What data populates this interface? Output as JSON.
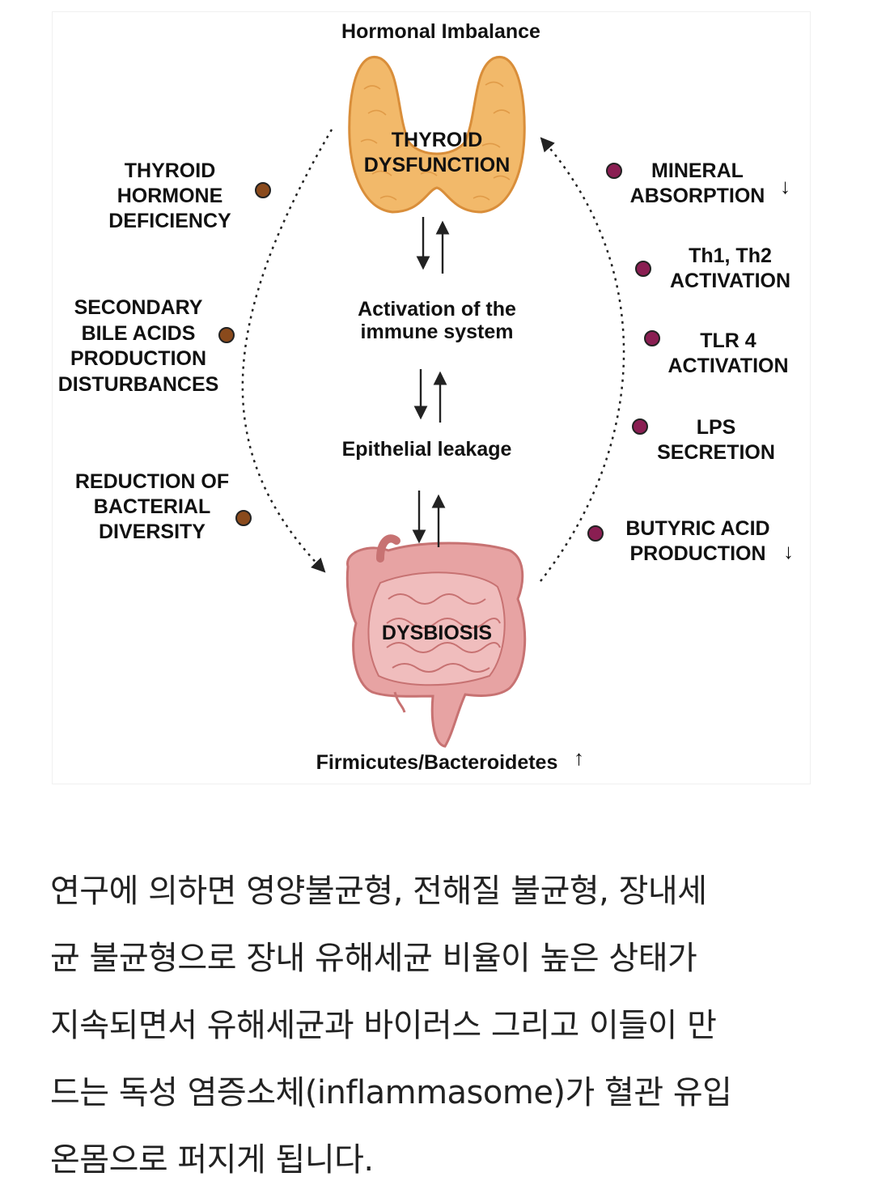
{
  "diagram": {
    "top_title": "Hormonal Imbalance",
    "thyroid_label": "THYROID\nDYSFUNCTION",
    "immune_label": "Activation of the\nimmune system",
    "epithelial_label": "Epithelial leakage",
    "dysbiosis_label": "DYSBIOSIS",
    "bottom_label": "Firmicutes/Bacteroidetes",
    "left_factors": [
      "THYROID\nHORMONE\nDEFICIENCY",
      "SECONDARY\nBILE ACIDS\nPRODUCTION\nDISTURBANCES",
      "REDUCTION OF\nBACTERIAL\nDIVERSITY"
    ],
    "right_factors": [
      "MINERAL\nABSORPTION",
      "Th1, Th2\nACTIVATION",
      "TLR 4\nACTIVATION",
      "LPS\nSECRETION",
      "BUTYRIC ACID\nPRODUCTION"
    ],
    "colors": {
      "left_dot": "#8a4a1c",
      "right_dot": "#8a1e52",
      "thyroid": "#f2b96a",
      "gut": "#e7a3a3"
    }
  },
  "caption": {
    "lines": [
      "연구에 의하면 영양불균형, 전해질 불균형, 장내세",
      "균 불균형으로 장내 유해세균 비율이 높은 상태가",
      "지속되면서 유해세균과 바이러스 그리고 이들이 만",
      "드는 독성 염증소체(inflammasome)가 혈관 유입",
      "온몸으로 퍼지게 됩니다."
    ]
  }
}
